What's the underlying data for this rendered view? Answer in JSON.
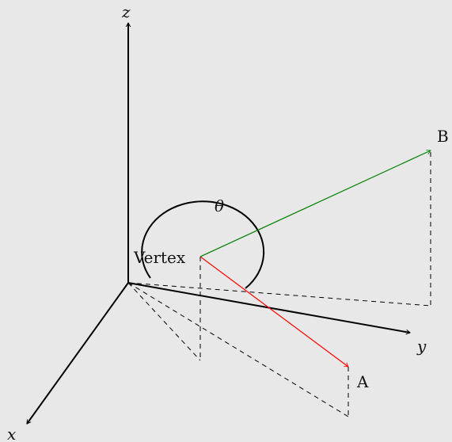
{
  "labels": {
    "axis_x": "x",
    "axis_y": "y",
    "axis_z": "z",
    "vertex": "Vertex",
    "point_a": "A",
    "point_b": "B",
    "angle": "θ"
  },
  "colors": {
    "background": "#e8e8e8",
    "axis": "#000000",
    "vector_a": "#ff0000",
    "vector_b": "#008000",
    "projection": "#000000"
  }
}
